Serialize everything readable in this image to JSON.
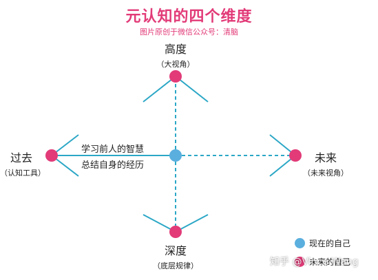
{
  "title": "元认知的四个维度",
  "subtitle": "图片原创于微信公众号：清脑",
  "colors": {
    "title": "#e23b78",
    "pink_dot": "#e23b78",
    "blue_dot": "#5aafde",
    "line": "#2ba7c6"
  },
  "nodes": {
    "top": {
      "label": "高度",
      "sub": "（大视角）"
    },
    "left": {
      "label": "过去",
      "sub": "（认知工具）"
    },
    "right": {
      "label": "未来",
      "sub": "（未来视角）"
    },
    "bottom": {
      "label": "深度",
      "sub": "（底层规律）"
    }
  },
  "left_note": {
    "line1": "学习前人的智慧",
    "line2": "总结自身的经历"
  },
  "legend": {
    "current_self": "现在的自己",
    "future_self": "未来的自己"
  },
  "watermark": "知乎 @Vince Wang"
}
